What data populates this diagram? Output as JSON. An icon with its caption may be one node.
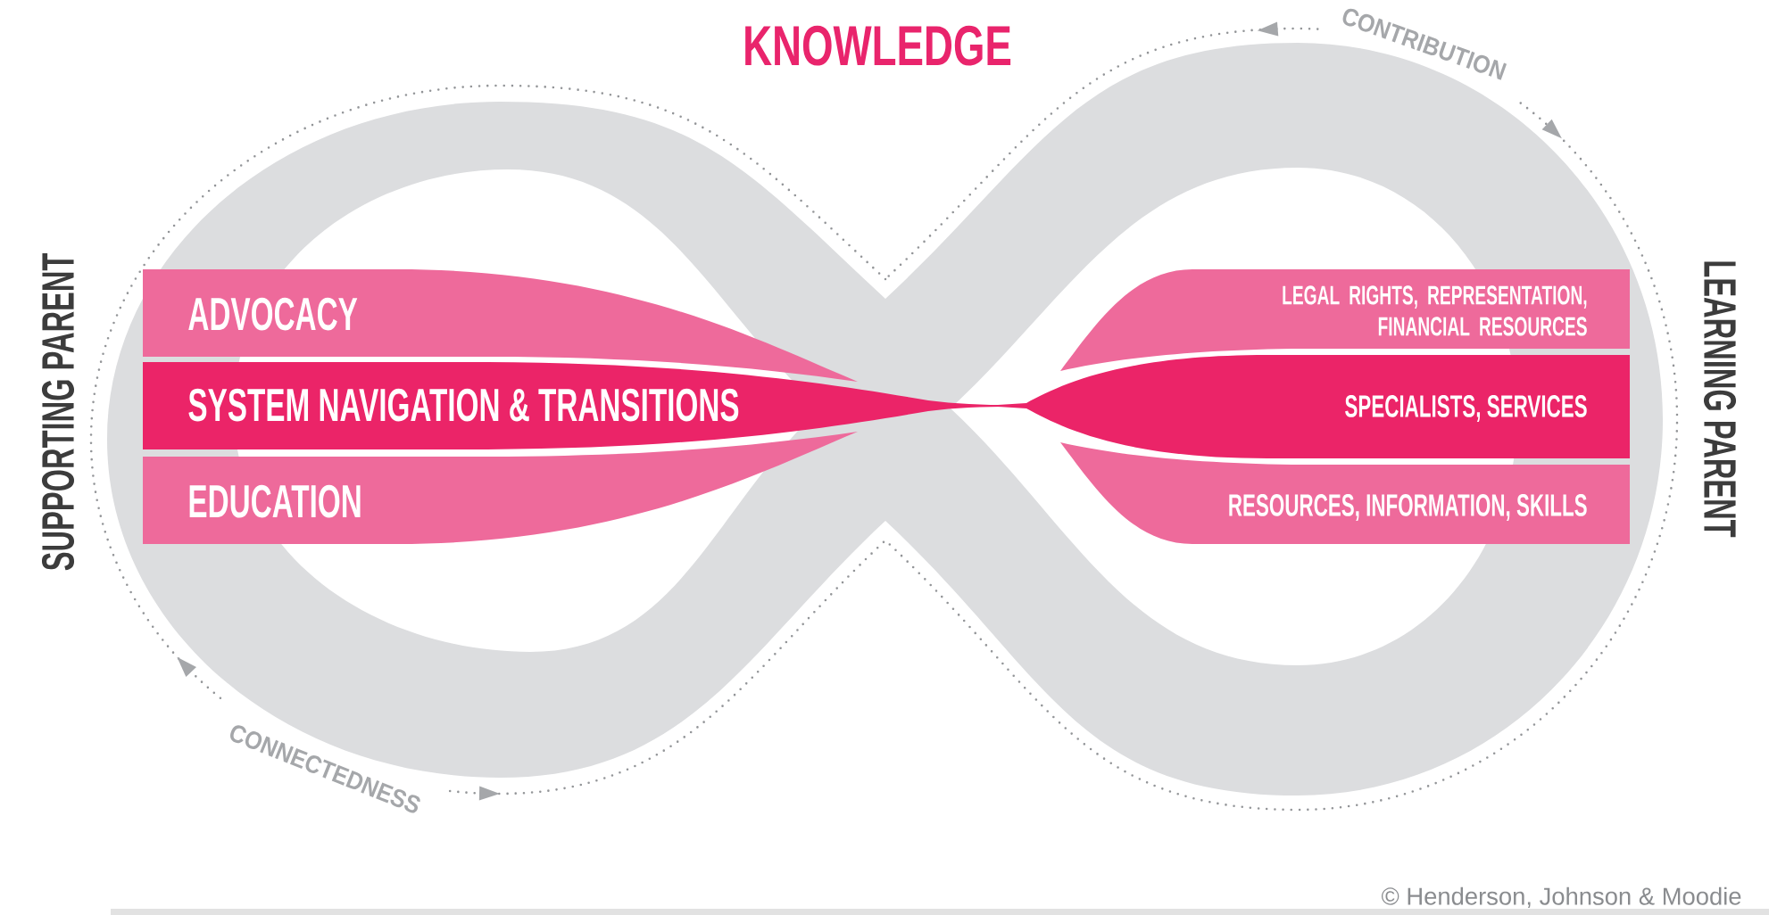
{
  "diagram": {
    "title": "KNOWLEDGE",
    "nodes": [
      {
        "text": [
          "ADVOCACY"
        ]
      },
      {
        "text": [
          "SYSTEM NAVIGATION & TRANSITIONS"
        ]
      },
      {
        "text": [
          "EDUCATION"
        ]
      },
      {
        "text": [
          "LEGAL RIGHTS, REPRESENTATION, FINANCIAL RESOURCES"
        ]
      },
      {
        "text": [
          "SPECIALISTS, SERVICES"
        ]
      },
      {
        "text": [
          "RESOURCES, INFORMATION, SKILLS"
        ]
      }
    ],
    "labels": [
      "CONTRIBUTION",
      "SUPPORTING PARENT",
      "LEARNING PARENT",
      "CONNECTEDNESS",
      "© Henderson, Johnson & Moodie"
    ]
  }
}
